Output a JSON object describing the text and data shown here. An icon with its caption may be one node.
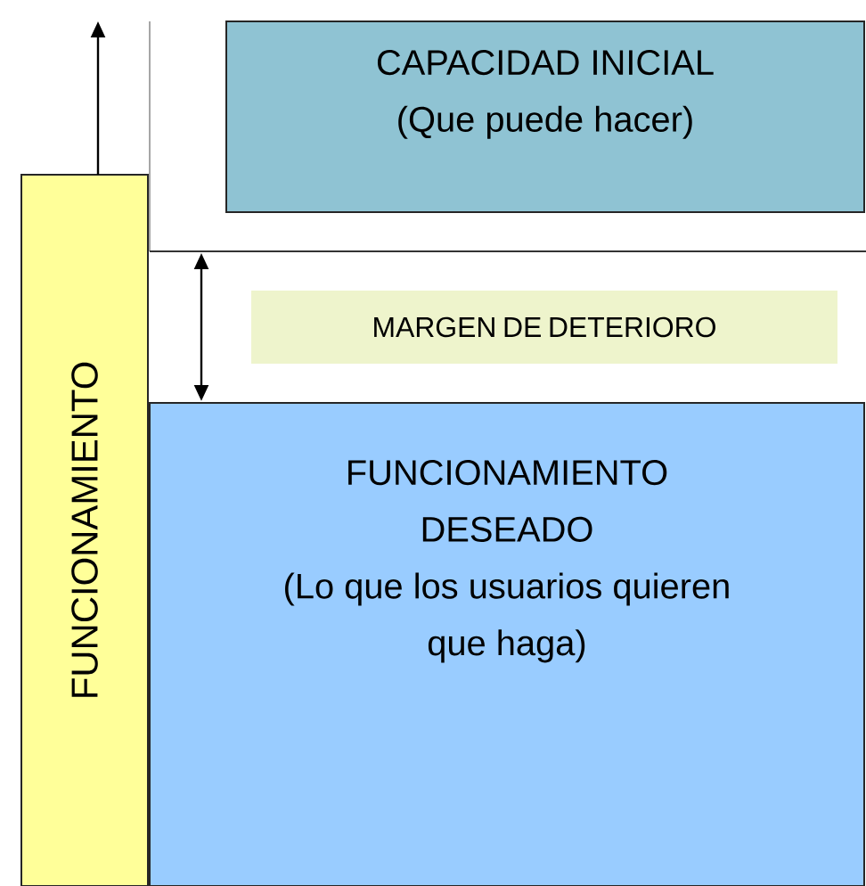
{
  "diagram": {
    "nodes": [
      {
        "text": [
          "FUNCIONAMIENTO"
        ]
      },
      {
        "text": [
          "CAPACIDAD INICIAL",
          "(Que puede hacer)"
        ]
      },
      {
        "text": [
          "MARGEN DE DETERIORO"
        ]
      },
      {
        "text": [
          "FUNCIONAMIENTO DESEADO",
          "(Lo que los usuarios quieren que haga)"
        ]
      }
    ]
  }
}
